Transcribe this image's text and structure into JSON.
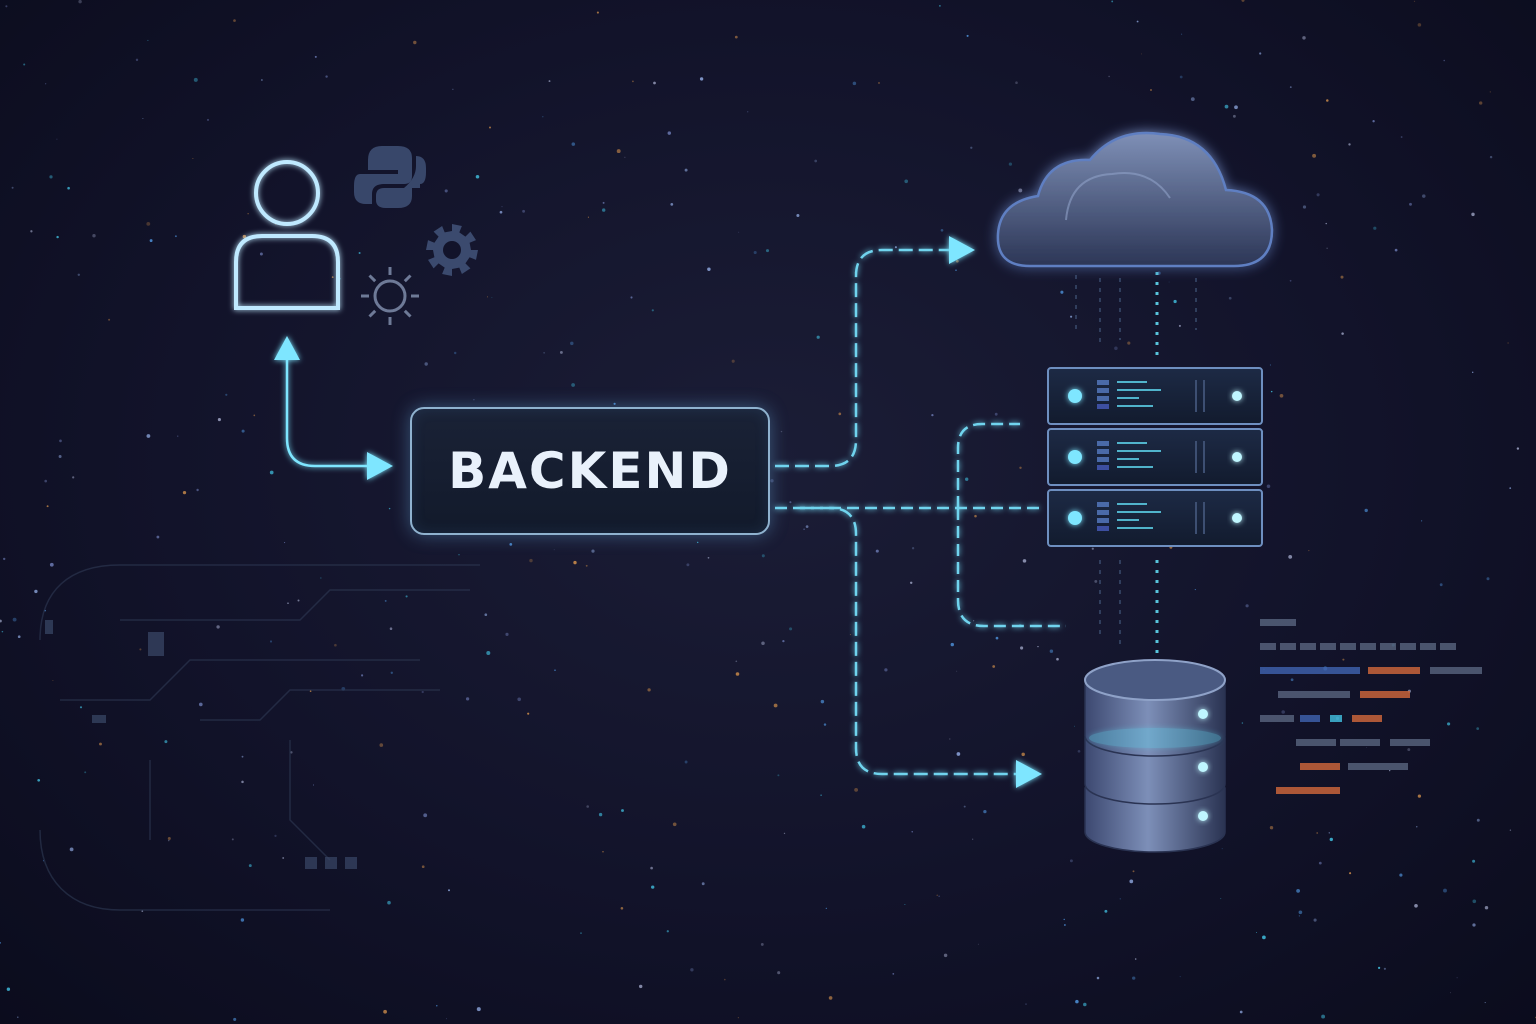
{
  "diagram": {
    "center_node": {
      "label": "BACKEND"
    },
    "nodes": [
      {
        "id": "user",
        "icon": "user-icon"
      },
      {
        "id": "python",
        "icon": "python-logo-icon"
      },
      {
        "id": "gear",
        "icon": "gear-icon"
      },
      {
        "id": "sun",
        "icon": "sun-icon"
      },
      {
        "id": "cloud",
        "icon": "cloud-icon"
      },
      {
        "id": "server-rack",
        "icon": "server-icon",
        "units": 3
      },
      {
        "id": "database",
        "icon": "database-icon",
        "layers": 3
      }
    ],
    "connections": [
      {
        "from": "backend",
        "to": "user",
        "style": "arrow"
      },
      {
        "from": "backend",
        "to": "cloud",
        "style": "dashed-arrow"
      },
      {
        "from": "backend",
        "to": "server-rack",
        "style": "dashed"
      },
      {
        "from": "backend",
        "to": "database",
        "style": "dashed-arrow"
      }
    ],
    "colors": {
      "background": "#12132a",
      "accent": "#5fd8f0",
      "node_border": "#8fb2cf",
      "glow": "#7ee6ff",
      "log_orange": "#c8643a",
      "log_blue": "#3d5fa8"
    }
  }
}
